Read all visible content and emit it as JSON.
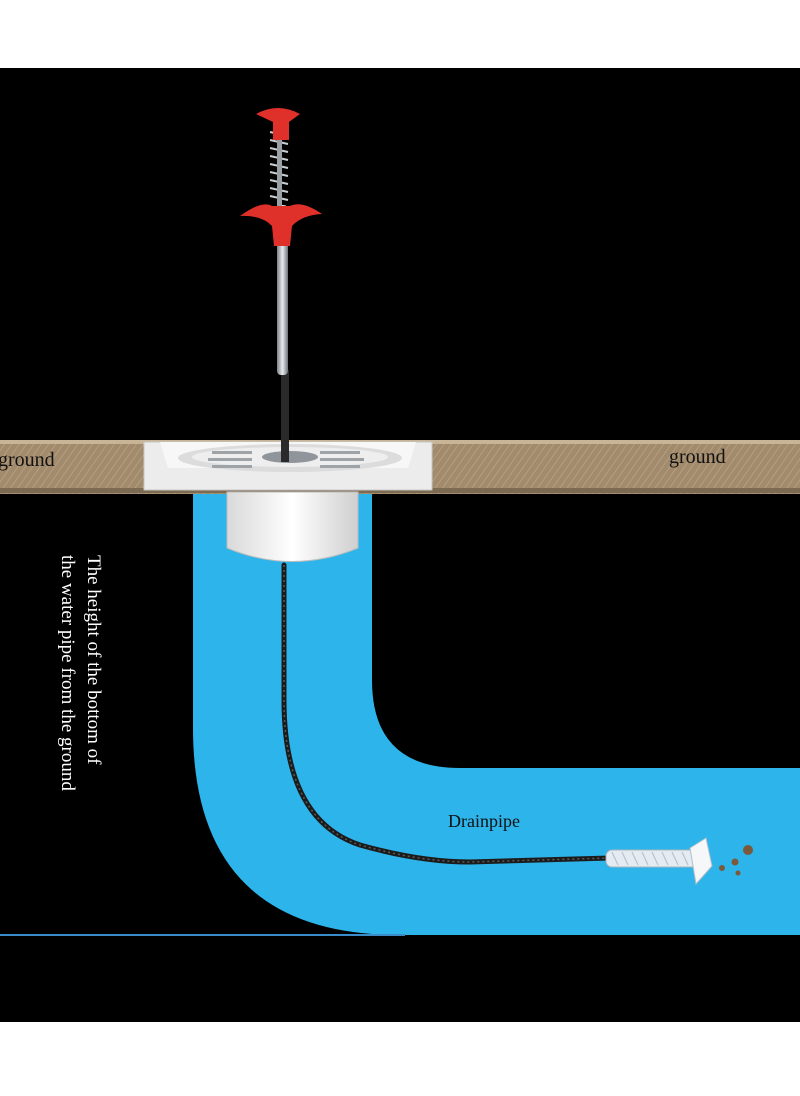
{
  "diagram": {
    "labels": {
      "ground_left": "ground",
      "ground_right": "ground",
      "drainpipe": "Drainpipe",
      "height_line1": "The height of the bottom of",
      "height_line2": "the water pipe from the ground"
    },
    "colors": {
      "background": "#000000",
      "ground": "#a28a6c",
      "pipe": "#2db4ea",
      "tool_handle": "#e0302a",
      "drain_cover": "#f2f2f2",
      "label_text_dark": "#111111",
      "label_text_light": "#ffffff"
    },
    "objects": [
      "drain-cleaning-tool",
      "floor-drain",
      "drainpipe",
      "debris"
    ]
  }
}
